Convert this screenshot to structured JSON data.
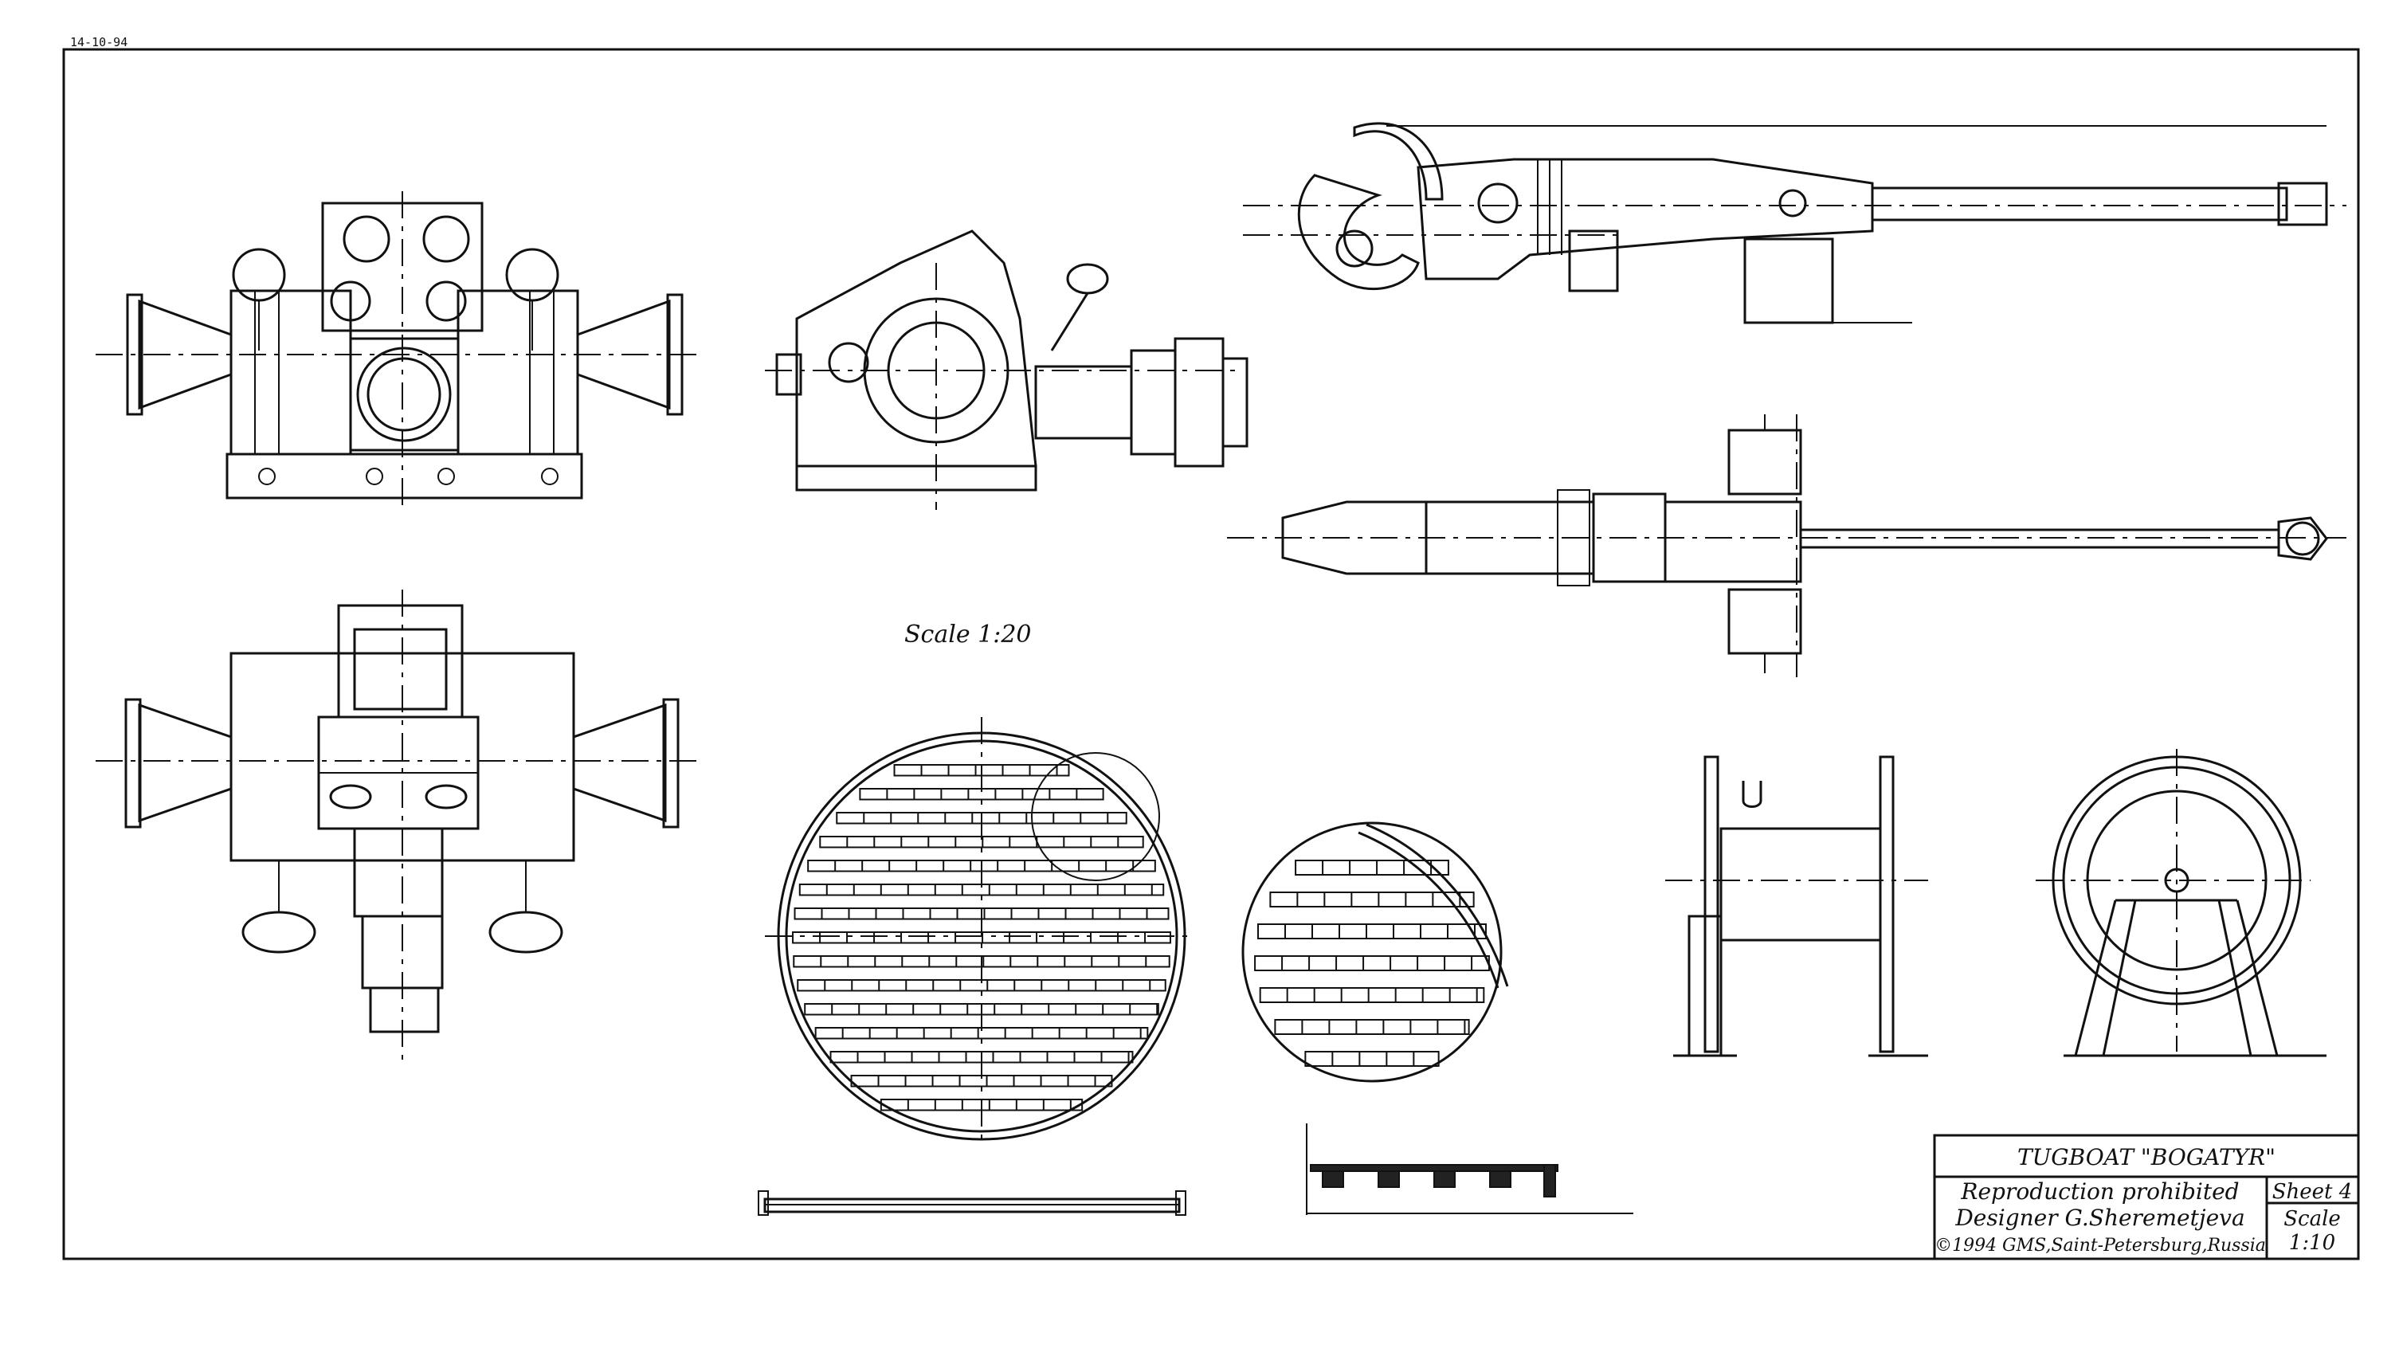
{
  "header": {
    "stamp": "14-10-94"
  },
  "scale_label": "Scale 1:20",
  "title_block": {
    "title": "TUGBOAT \"BOGATYR\"",
    "reproduction": "Reproduction prohibited",
    "designer": "Designer G.Sheremetjeva",
    "copyright": "©1994 GMS,Saint-Petersburg,Russia",
    "sheet": "Sheet 4",
    "scale_caption": "Scale",
    "scale_value": "1:10"
  }
}
